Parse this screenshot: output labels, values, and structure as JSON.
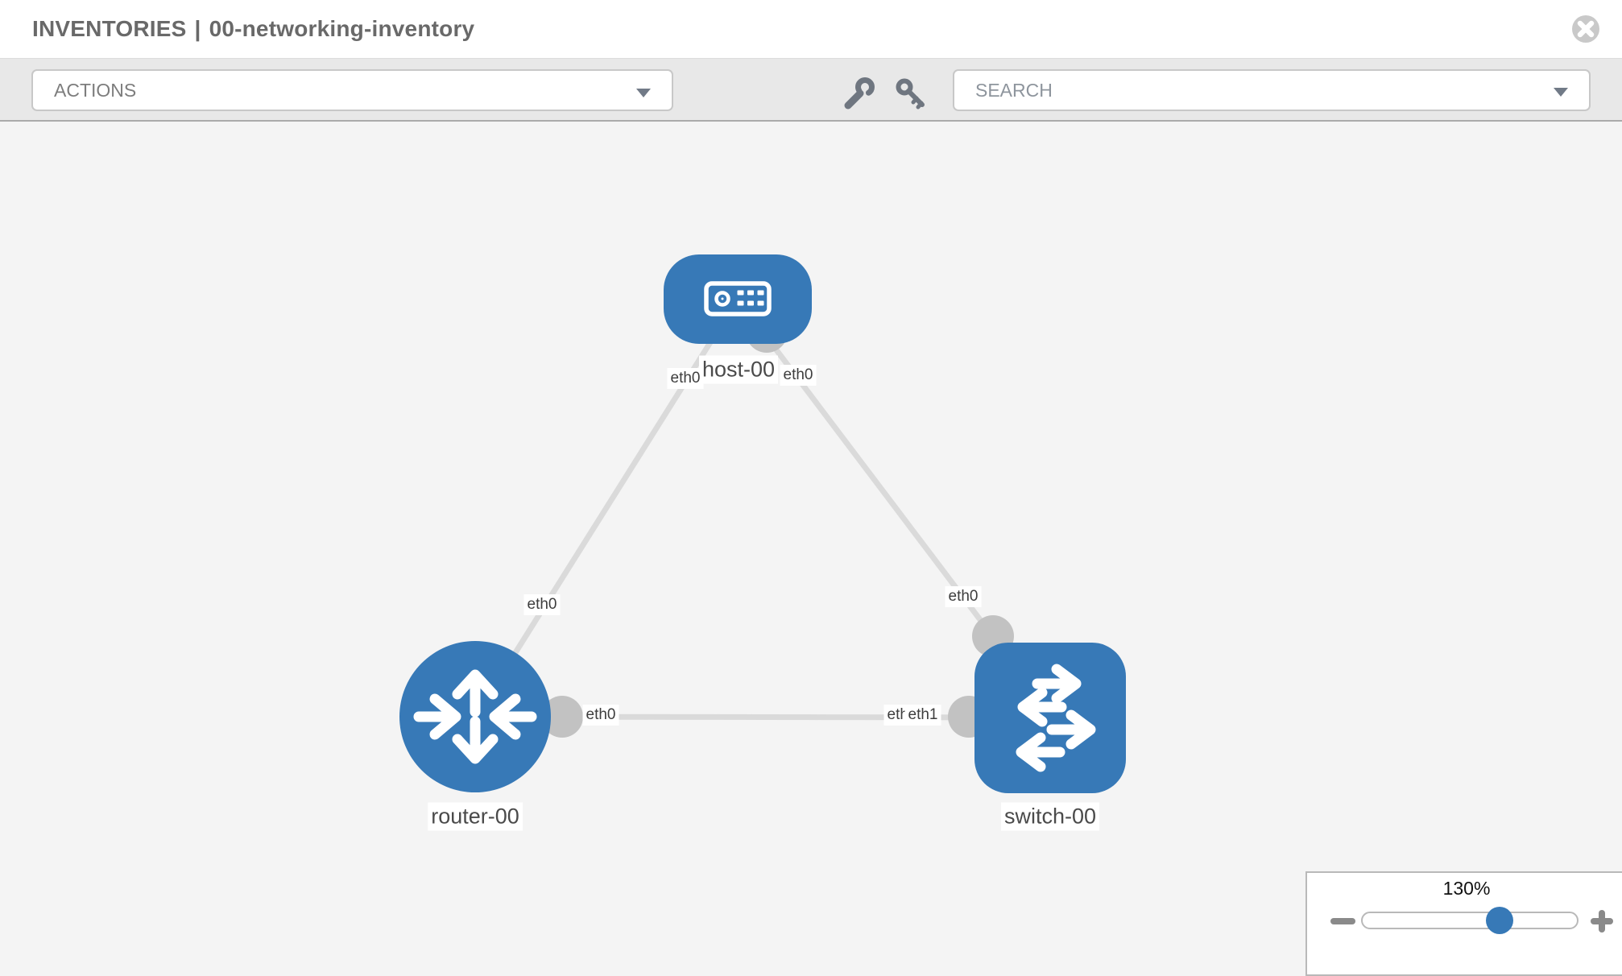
{
  "header": {
    "section": "INVENTORIES",
    "separator": "|",
    "inventory_name": "00-networking-inventory"
  },
  "toolbar": {
    "actions_label": "ACTIONS",
    "search_placeholder": "SEARCH",
    "tool_icons": [
      "wrench-icon",
      "key-icon"
    ]
  },
  "colors": {
    "node_blue": "#3779b7",
    "edge_gray": "#dadada",
    "bubble_gray": "#c2c2c2",
    "canvas_bg": "#f4f4f4",
    "toolbar_bg": "#e8e8e8"
  },
  "topology": {
    "nodes": [
      {
        "id": "host-00",
        "type": "host",
        "label": "host-00",
        "icon": "host-icon"
      },
      {
        "id": "router-00",
        "type": "router",
        "label": "router-00",
        "icon": "router-icon"
      },
      {
        "id": "switch-00",
        "type": "switch",
        "label": "switch-00",
        "icon": "switch-icon"
      }
    ],
    "links": [
      {
        "source": "host-00",
        "target": "router-00",
        "source_interface": "eth0",
        "target_interface": "eth0"
      },
      {
        "source": "host-00",
        "target": "switch-00",
        "source_interface": "eth0",
        "target_interface": "eth0"
      },
      {
        "source": "router-00",
        "target": "switch-00",
        "source_interface": "eth0",
        "target_interface": "eth1",
        "target_interface_overlapped": "eth1"
      }
    ]
  },
  "zoom_control": {
    "percent": "130%"
  }
}
